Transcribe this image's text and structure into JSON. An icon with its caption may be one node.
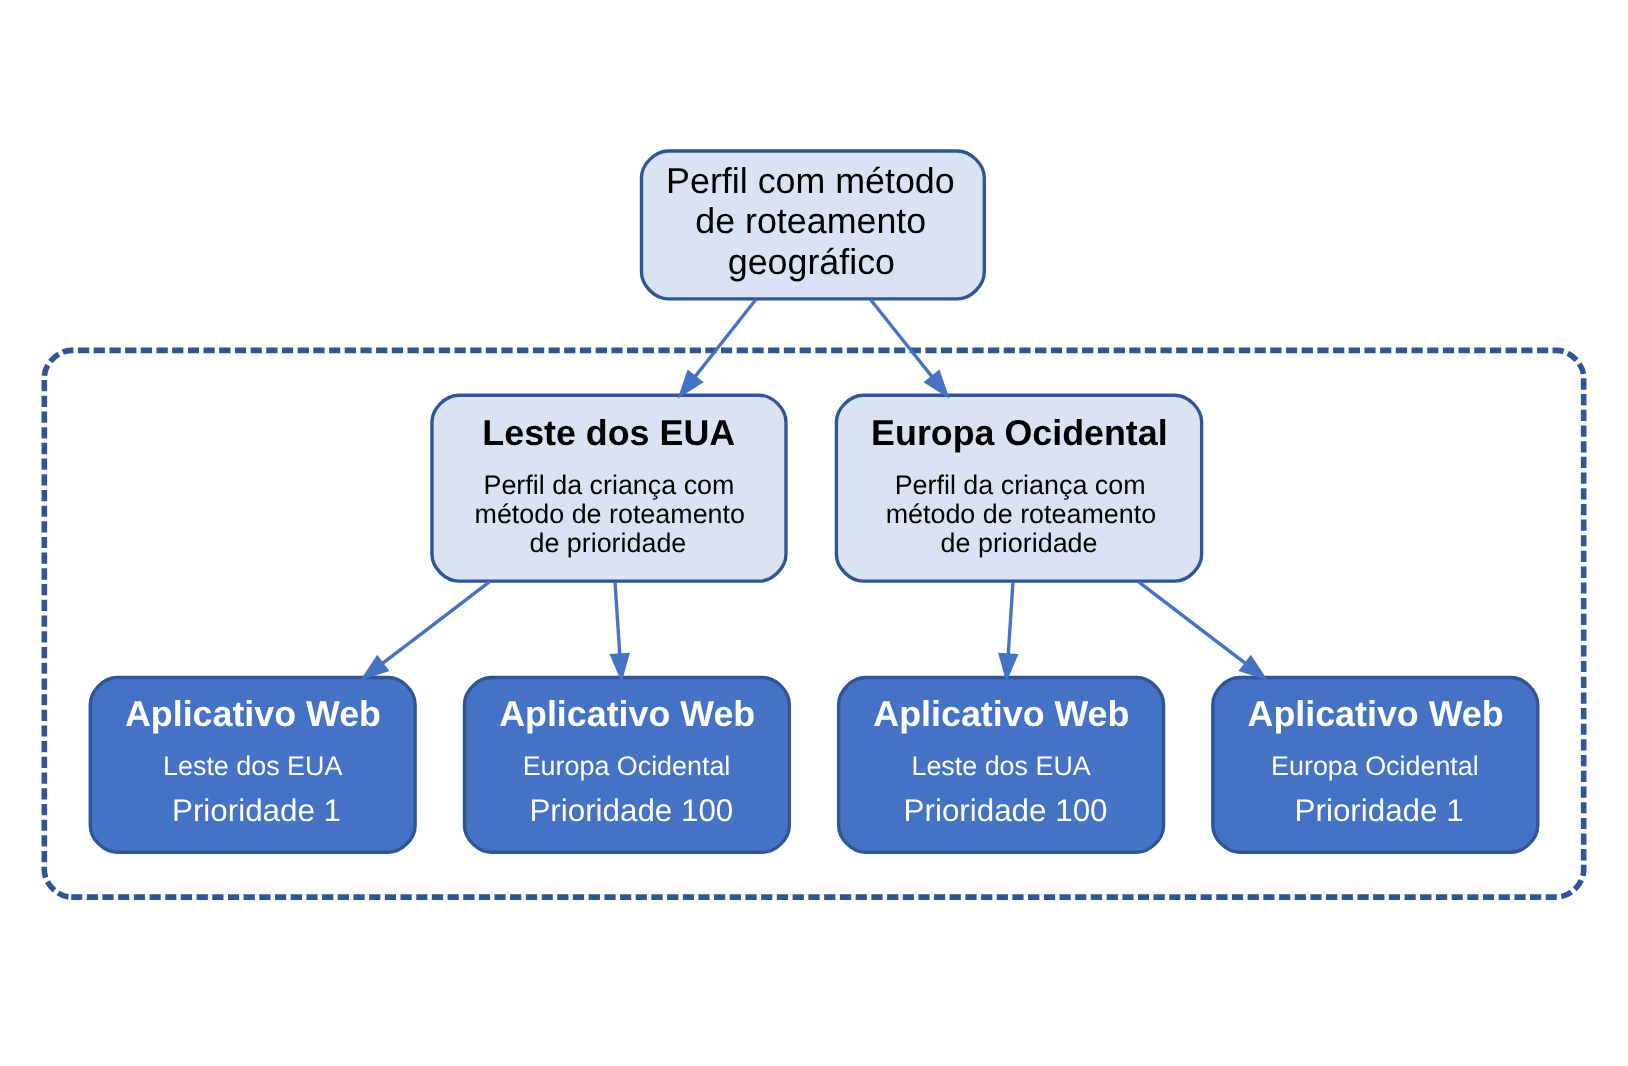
{
  "diagram": {
    "nodes": [
      {
        "text": [
          "Perfil com método de roteamento geográfico"
        ]
      },
      {
        "text": [],
        "shape": "box"
      },
      {
        "text": [
          "Leste dos EUA",
          "Perfil da criança com método de roteamento de prioridade"
        ],
        "in": 1
      },
      {
        "text": [
          "Europa Ocidental",
          "Perfil da criança com método de roteamento de prioridade"
        ],
        "in": 1
      },
      {
        "text": [
          "Aplicativo Web",
          "Leste dos EUA",
          "Prioridade 1"
        ],
        "in": 1
      },
      {
        "text": [
          "Aplicativo Web",
          "Europa Ocidental",
          "Prioridade 100"
        ],
        "in": 1
      },
      {
        "text": [
          "Aplicativo Web",
          "Leste dos EUA",
          "Prioridade 100"
        ],
        "in": 1
      },
      {
        "text": [
          "Aplicativo Web",
          "Europa Ocidental",
          "Prioridade 1"
        ],
        "in": 1
      }
    ],
    "edges": [
      {
        "from": 0,
        "to": 2,
        "arrow": "to"
      },
      {
        "from": 0,
        "to": 3,
        "arrow": "to"
      },
      {
        "from": 2,
        "to": 4,
        "arrow": "to"
      },
      {
        "from": 2,
        "to": 5,
        "arrow": "to"
      },
      {
        "from": 3,
        "to": 6,
        "arrow": "to"
      },
      {
        "from": 3,
        "to": 7,
        "arrow": "to"
      }
    ]
  }
}
